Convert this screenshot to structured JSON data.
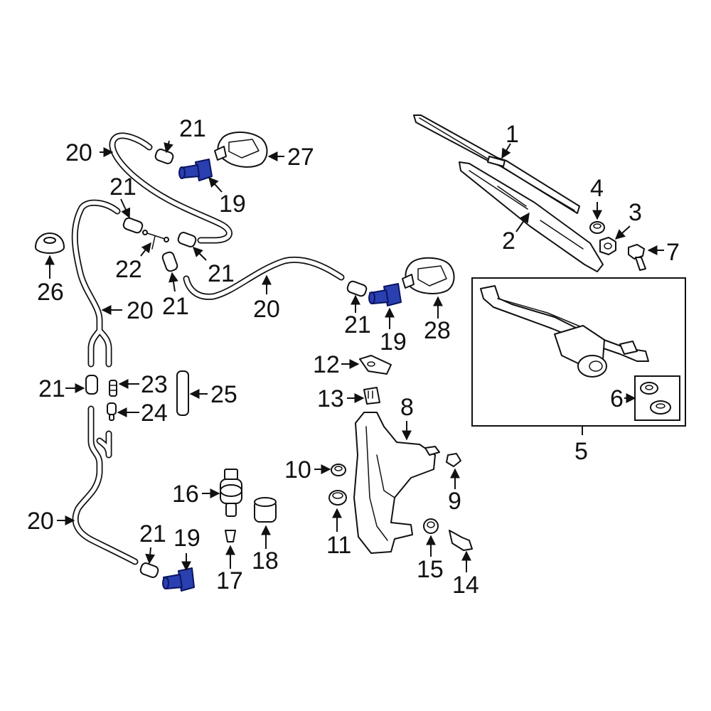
{
  "highlight_color": "#2a3fb0",
  "callouts": {
    "c1": "1",
    "c2": "2",
    "c3": "3",
    "c4": "4",
    "c5": "5",
    "c6": "6",
    "c7": "7",
    "c8": "8",
    "c9": "9",
    "c10": "10",
    "c11": "11",
    "c12": "12",
    "c13": "13",
    "c14": "14",
    "c15": "15",
    "c16": "16",
    "c17": "17",
    "c18": "18",
    "c19a": "19",
    "c19b": "19",
    "c19c": "19",
    "c20a": "20",
    "c20b": "20",
    "c20c": "20",
    "c20d": "20",
    "c21a": "21",
    "c21b": "21",
    "c21c": "21",
    "c21d": "21",
    "c21e": "21",
    "c21f": "21",
    "c21g": "21",
    "c22": "22",
    "c23": "23",
    "c24": "24",
    "c25": "25",
    "c26": "26",
    "c27": "27",
    "c28": "28"
  }
}
